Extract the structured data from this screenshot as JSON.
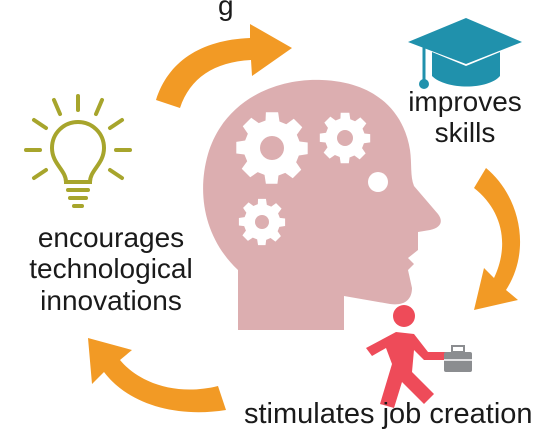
{
  "diagram": {
    "top_fragment": "g",
    "nodes": {
      "skills": {
        "line1": "improves",
        "line2": "skills",
        "icon": "graduation-cap-icon"
      },
      "job": {
        "text": "stimulates job creation",
        "icon": "running-businessman-icon"
      },
      "innovation": {
        "line1": "encourages",
        "line2": "technological",
        "line3": "innovations",
        "icon": "lightbulb-icon"
      }
    },
    "center_icon": "head-with-gears-icon",
    "arrow_icon": "curved-arrow-icon"
  },
  "colors": {
    "head": "#dcaeb0",
    "gears": "#ffffff",
    "arrows": "#f29a25",
    "cap": "#2091ac",
    "runner": "#ee4b59",
    "briefcase": "#8b8d90",
    "bulb": "#a7a52c",
    "text": "#1a1a1a"
  }
}
